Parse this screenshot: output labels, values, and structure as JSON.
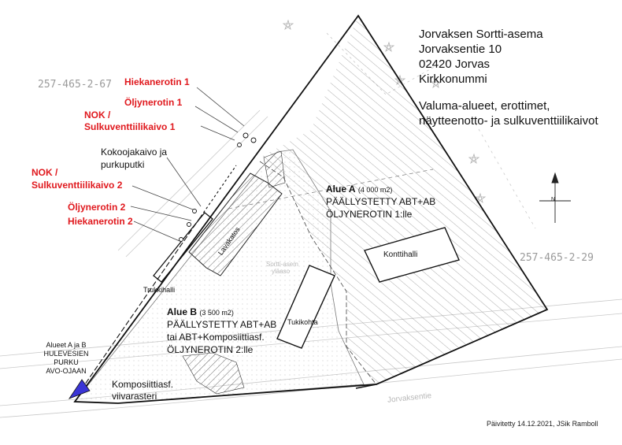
{
  "header": {
    "line1": "Jorvaksen Sortti-asema",
    "line2": "Jorvaksentie 10",
    "line3": "02420 Jorvas",
    "line4": "Kirkkonummi",
    "sub1": "Valuma-alueet, erottimet,",
    "sub2": "näytteenotto- ja sulkuventtiilikaivot"
  },
  "parcels": {
    "left": "257-465-2-67",
    "right": "257-465-2-29"
  },
  "left_labels": {
    "hiekanerotin1": "Hiekanerotin 1",
    "oljynerotin1": "Öljynerotin 1",
    "nok1_a": "NOK /",
    "nok1_b": "Sulkuventtiilikaivo 1",
    "kokoojakaivo_a": "Kokoojakaivo ja",
    "kokoojakaivo_b": "purkuputki",
    "nok2_a": "NOK /",
    "nok2_b": "Sulkuventtiilikaivo 2",
    "oljynerotin2": "Öljynerotin 2",
    "hiekanerotin2": "Hiekanerotin 2"
  },
  "zone_a": {
    "title": "Alue A",
    "area": "(4 000 m2)",
    "line1": "PÄÄLLYSTETTY ABT+AB",
    "line2": "ÖLJYNEROTIN 1:lle"
  },
  "zone_b": {
    "title": "Alue B",
    "area": "(3 500 m2)",
    "line1": "PÄÄLLYSTETTY ABT+AB",
    "line2": "tai ABT+Komposiittiasf.",
    "line3": "ÖLJYNEROTIN 2:lle"
  },
  "buildings": {
    "konttihalli": "Konttihalli",
    "trukkihalli": "Trukkihalli",
    "tukikohta": "Tukikohta",
    "lavakatos": "Lavakatos"
  },
  "outlet": {
    "line1": "Alueet A ja B",
    "line2": "HULEVESIEN",
    "line3": "PURKU",
    "line4": "AVO-OJAAN"
  },
  "komposiitti": {
    "line1": "Komposiittiasf.",
    "line2": "viivarasteri"
  },
  "faint": {
    "sortti1": "Sortti-asem",
    "sortti2": "yläaso",
    "jorvaksentie": "Jorvaksentie",
    "north": "N"
  },
  "footer": "Päivitetty 14.12.2021, JSik Ramboll",
  "colors": {
    "label_red": "#e0191e",
    "outlet_blue": "#3a35d6",
    "parcel_grey": "#9a9a9a"
  }
}
